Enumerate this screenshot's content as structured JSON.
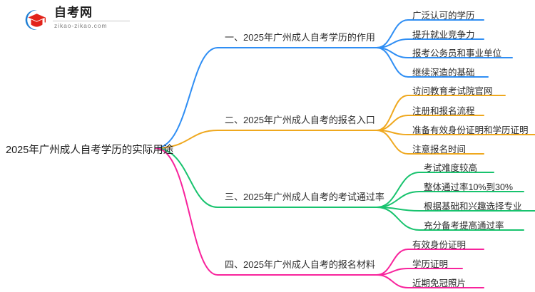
{
  "logo": {
    "title": "自考网",
    "domain": "zikao-zikao.com",
    "mark_icon": "graduation-cap-icon",
    "arc_color": "#1f7fd4",
    "cap_color": "#e2231a"
  },
  "mindmap": {
    "root": {
      "label": "2025年广州成人自考学历的实际用途"
    },
    "branches": [
      {
        "label": "一、2025年广州成人自考学历的作用",
        "color": "#2f8ef4",
        "leaves": [
          "广泛认可的学历",
          "提升就业竞争力",
          "报考公务员和事业单位",
          "继续深造的基础"
        ]
      },
      {
        "label": "二、2025年广州成人自考的报名入口",
        "color": "#efa81e",
        "leaves": [
          "访问教育考试院官网",
          "注册和报名流程",
          "准备有效身份证明和学历证明",
          "注意报名时间"
        ]
      },
      {
        "label": "三、2025年广州成人自考的考试通过率",
        "color": "#18c36e",
        "leaves": [
          "考试难度较高",
          "整体通过率10%到30%",
          "根据基础和兴趣选择专业",
          "充分备考提高通过率"
        ]
      },
      {
        "label": "四、2025年广州成人自考的报名材料",
        "color": "#f8239c",
        "leaves": [
          "有效身份证明",
          "学历证明",
          "近期免冠照片"
        ]
      }
    ]
  }
}
